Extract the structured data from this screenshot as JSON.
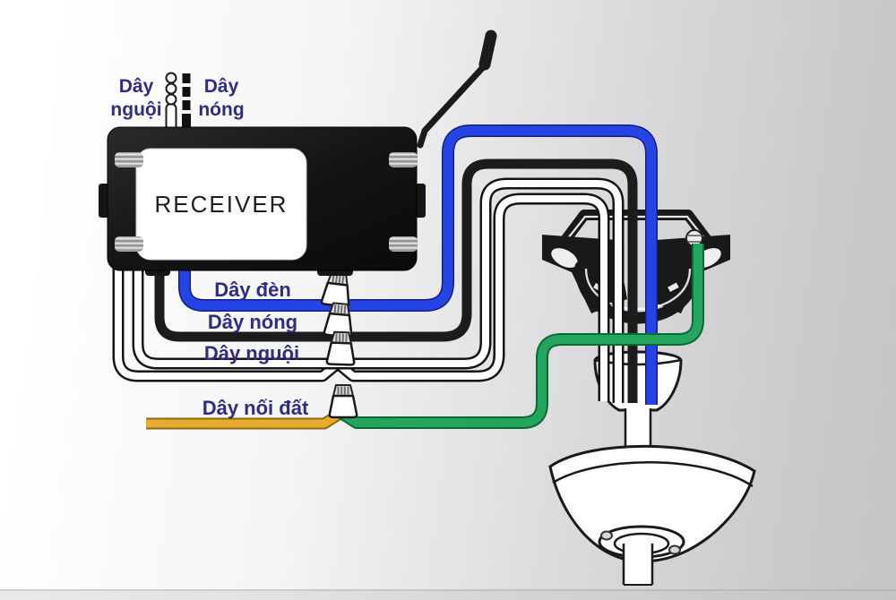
{
  "receiver": {
    "label": "RECEIVER"
  },
  "supply_wires": {
    "neutral": {
      "line1": "Dây",
      "line2": "nguội"
    },
    "hot": {
      "line1": "Dây",
      "line2": "nóng"
    }
  },
  "wire_labels": {
    "light": "Dây đèn",
    "hot": "Dây nóng",
    "neutral": "Dây nguội",
    "ground": "Dây nối đất"
  },
  "colors": {
    "light_wire_blue": "#2644e6",
    "hot_wire_black": "#1c1c1c",
    "neutral_wire_white": "#ffffff",
    "house_ground_orange": "#e7ab2e",
    "fan_ground_green": "#24a55e",
    "label_text_navy": "#2e2c87",
    "receiver_body": "#161616",
    "background_gray": "#c9c9cb"
  },
  "components": {
    "receiver_box": "remote receiver module",
    "antenna": "receiver antenna",
    "wire_nuts": "4 twist-on wire connectors",
    "mounting_bracket": "ceiling fan mounting bracket",
    "ground_screw": "bracket ground screw",
    "ball_mount": "downrod ball mount",
    "canopy": "fan canopy / motor housing"
  }
}
